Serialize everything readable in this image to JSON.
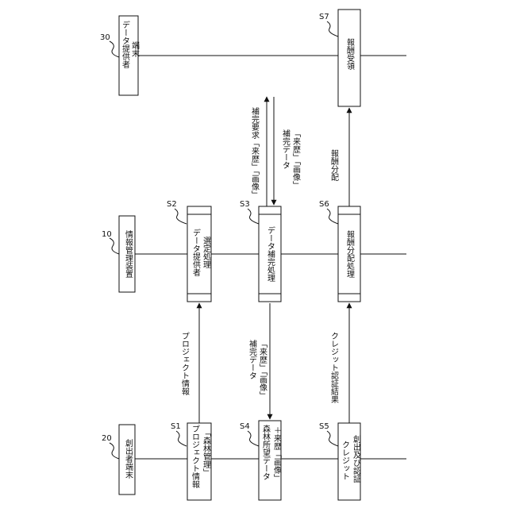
{
  "entities": {
    "provider": {
      "ref": "30",
      "name": [
        "データ提供者",
        "端末"
      ]
    },
    "manager": {
      "ref": "10",
      "name": [
        "情報管理装置"
      ]
    },
    "creator": {
      "ref": "20",
      "name": [
        "創出者端末"
      ]
    }
  },
  "steps": {
    "s1": {
      "ref": "S1",
      "lines": [
        "プロジェクト情報",
        "「森林管理」"
      ]
    },
    "s2": {
      "ref": "S2",
      "lines": [
        "データ提供者",
        "選定処理"
      ]
    },
    "s3": {
      "ref": "S3",
      "lines": [
        "データ補完処理"
      ]
    },
    "s4": {
      "ref": "S4",
      "lines": [
        "森林所望データ",
        "＋来歴「画像」"
      ]
    },
    "s5": {
      "ref": "S5",
      "lines": [
        "クレジット",
        "創出及び認証"
      ]
    },
    "s6": {
      "ref": "S6",
      "lines": [
        "報酬分配処理"
      ]
    },
    "s7": {
      "ref": "S7",
      "lines": [
        "報酬受領"
      ]
    }
  },
  "messages": {
    "m1": [
      "プロジェクト情報"
    ],
    "m2": [
      "補完要求「来歴」「画像」"
    ],
    "m3": [
      "補完データ",
      "「来歴」「画像」"
    ],
    "m4": [
      "補完データ",
      "「来歴」「画像」"
    ],
    "m5": [
      "クレジット認証結果"
    ],
    "m6": [
      "報酬分配"
    ]
  }
}
